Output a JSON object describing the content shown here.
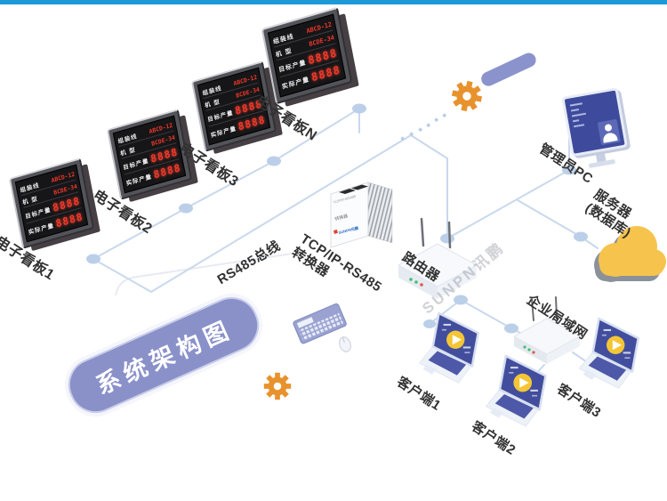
{
  "page": {
    "top_bar_color": "#1b9ad7",
    "background": "#ffffff",
    "watermark": "SUNPN讯鹏"
  },
  "title": {
    "banner_text": "系统架构图",
    "banner_color": "#8a91c9"
  },
  "led_board": {
    "rows": [
      {
        "label": "组装线",
        "value": "ABCD-12"
      },
      {
        "label": "机 型",
        "value": "BCDE-34"
      },
      {
        "label": "目标产量",
        "value": "8888"
      },
      {
        "label": "实际产量",
        "value": "8888"
      }
    ]
  },
  "nodes": {
    "boards": [
      {
        "label": "电子看板1"
      },
      {
        "label": "电子看板2"
      },
      {
        "label": "电子看板3"
      },
      {
        "label": "电子看板N"
      }
    ],
    "bus_label": "RS485总线",
    "converter": {
      "label_line1": "TCP/IP-RS485",
      "label_line2": "转换器",
      "device_line1": "TCP/IP-RS485",
      "device_line2": "转换器",
      "brand": "SUNPN讯鹏"
    },
    "router_label": "路由器",
    "admin_pc_label": "管理员PC",
    "server_label_line1": "服务器",
    "server_label_line2": "(数据库)",
    "lan_label": "企业局域网",
    "clients": [
      {
        "label": "客户端1"
      },
      {
        "label": "客户端2"
      },
      {
        "label": "客户端3"
      }
    ]
  },
  "colors": {
    "link_line": "#c9d8ec",
    "node_dot": "#bccfe9",
    "gear": "#e8922d",
    "cloud": "#f6c44d",
    "led_red": "#f0382a",
    "screen_blue": "#3f4b9e"
  }
}
